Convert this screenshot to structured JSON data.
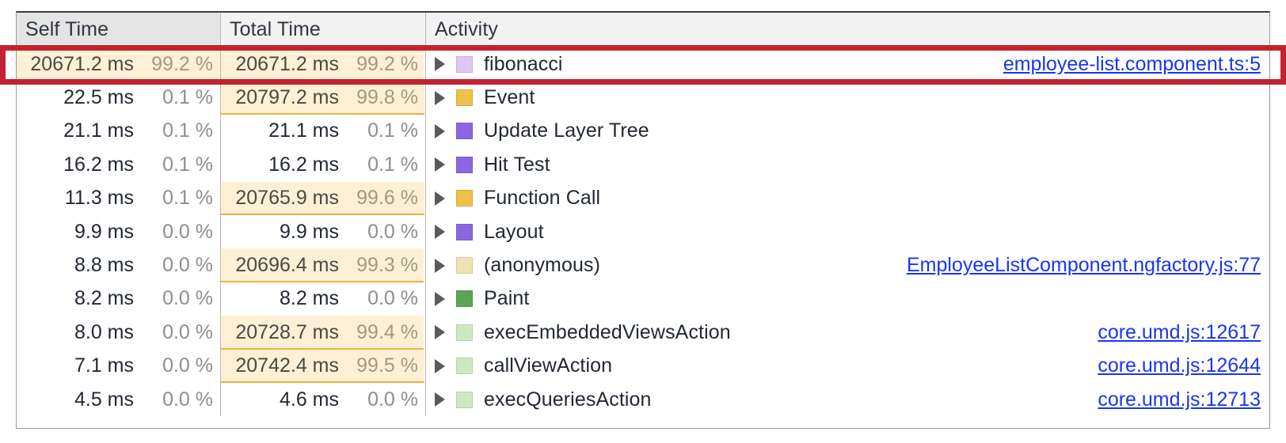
{
  "panel": {
    "name": "devtools-performance-bottom-up-table",
    "accent_red": "#c42230",
    "link_color": "#1a35f0",
    "bar_fill": "#fdf0d5",
    "bar_border": "#e8b23c"
  },
  "columns": [
    {
      "key": "self_time",
      "label": "Self Time",
      "sorted": true
    },
    {
      "key": "total_time",
      "label": "Total Time",
      "sorted": false
    },
    {
      "key": "activity",
      "label": "Activity",
      "sorted": false
    }
  ],
  "rows": [
    {
      "self_ms": "20671.2 ms",
      "self_pct": "99.2 %",
      "self_bar": 100,
      "total_ms": "20671.2 ms",
      "total_pct": "99.2 %",
      "total_bar": 99.2,
      "activity": "fibonacci",
      "swatch": "#dcc7f2",
      "swatch_name": "scripting-light-purple",
      "link": "employee-list.component.ts:5",
      "highlighted": true
    },
    {
      "self_ms": "22.5 ms",
      "self_pct": "0.1 %",
      "self_bar": 0,
      "total_ms": "20797.2 ms",
      "total_pct": "99.8 %",
      "total_bar": 99.8,
      "activity": "Event",
      "swatch": "#efc14b",
      "swatch_name": "scripting-yellow",
      "link": "",
      "highlighted": false
    },
    {
      "self_ms": "21.1 ms",
      "self_pct": "0.1 %",
      "self_bar": 0,
      "total_ms": "21.1 ms",
      "total_pct": "0.1 %",
      "total_bar": 0,
      "activity": "Update Layer Tree",
      "swatch": "#8a67e0",
      "swatch_name": "rendering-purple",
      "link": "",
      "highlighted": false
    },
    {
      "self_ms": "16.2 ms",
      "self_pct": "0.1 %",
      "self_bar": 0,
      "total_ms": "16.2 ms",
      "total_pct": "0.1 %",
      "total_bar": 0,
      "activity": "Hit Test",
      "swatch": "#8a67e0",
      "swatch_name": "rendering-purple",
      "link": "",
      "highlighted": false
    },
    {
      "self_ms": "11.3 ms",
      "self_pct": "0.1 %",
      "self_bar": 0,
      "total_ms": "20765.9 ms",
      "total_pct": "99.6 %",
      "total_bar": 99.6,
      "activity": "Function Call",
      "swatch": "#efc14b",
      "swatch_name": "scripting-yellow",
      "link": "",
      "highlighted": false
    },
    {
      "self_ms": "9.9 ms",
      "self_pct": "0.0 %",
      "self_bar": 0,
      "total_ms": "9.9 ms",
      "total_pct": "0.0 %",
      "total_bar": 0,
      "activity": "Layout",
      "swatch": "#8a67e0",
      "swatch_name": "rendering-purple",
      "link": "",
      "highlighted": false
    },
    {
      "self_ms": "8.8 ms",
      "self_pct": "0.0 %",
      "self_bar": 0,
      "total_ms": "20696.4 ms",
      "total_pct": "99.3 %",
      "total_bar": 99.3,
      "activity": "(anonymous)",
      "swatch": "#f1e0b0",
      "swatch_name": "scripting-pale-yellow",
      "link": "EmployeeListComponent.ngfactory.js:77",
      "highlighted": false
    },
    {
      "self_ms": "8.2 ms",
      "self_pct": "0.0 %",
      "self_bar": 0,
      "total_ms": "8.2 ms",
      "total_pct": "0.0 %",
      "total_bar": 0,
      "activity": "Paint",
      "swatch": "#5aa454",
      "swatch_name": "painting-green",
      "link": "",
      "highlighted": false
    },
    {
      "self_ms": "8.0 ms",
      "self_pct": "0.0 %",
      "self_bar": 0,
      "total_ms": "20728.7 ms",
      "total_pct": "99.4 %",
      "total_bar": 99.4,
      "activity": "execEmbeddedViewsAction",
      "swatch": "#cee8c2",
      "swatch_name": "painting-light-green",
      "link": "core.umd.js:12617",
      "highlighted": false
    },
    {
      "self_ms": "7.1 ms",
      "self_pct": "0.0 %",
      "self_bar": 0,
      "total_ms": "20742.4 ms",
      "total_pct": "99.5 %",
      "total_bar": 99.5,
      "activity": "callViewAction",
      "swatch": "#cee8c2",
      "swatch_name": "painting-light-green",
      "link": "core.umd.js:12644",
      "highlighted": false
    },
    {
      "self_ms": "4.5 ms",
      "self_pct": "0.0 %",
      "self_bar": 0,
      "total_ms": "4.6 ms",
      "total_pct": "0.0 %",
      "total_bar": 0,
      "activity": "execQueriesAction",
      "swatch": "#cee8c2",
      "swatch_name": "painting-light-green",
      "link": "core.umd.js:12713",
      "highlighted": false
    }
  ]
}
